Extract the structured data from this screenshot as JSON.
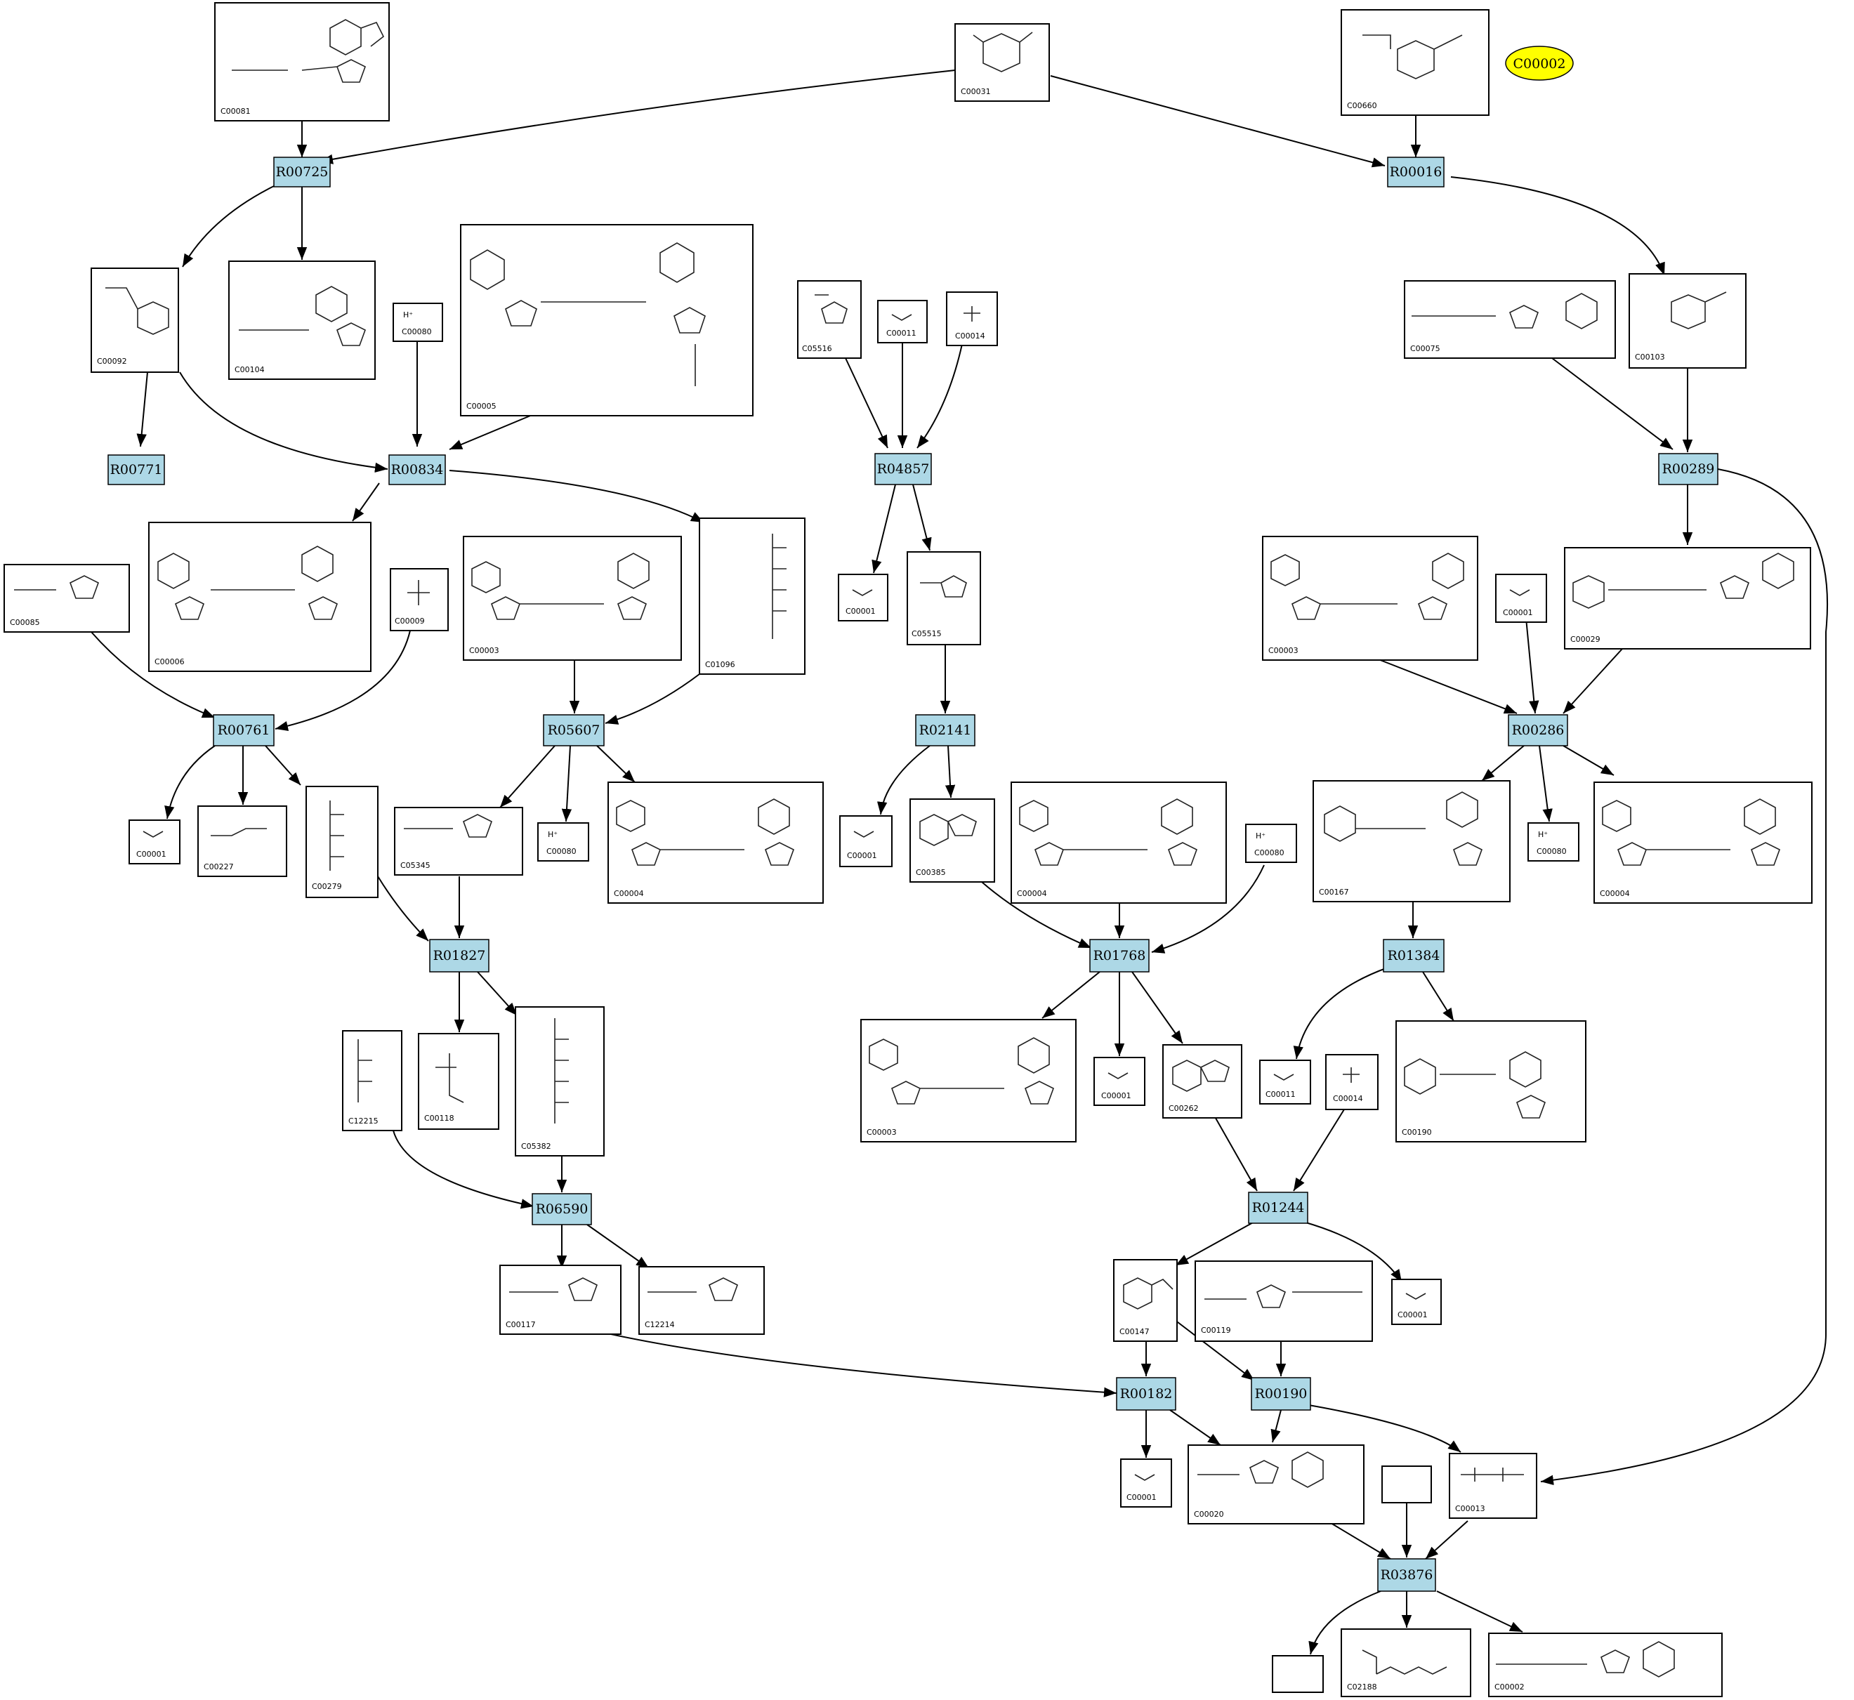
{
  "highlight": {
    "label": "C00002",
    "color": "#ffff00"
  },
  "reaction_color": "#add8e6",
  "reactions": [
    {
      "id": "R00725"
    },
    {
      "id": "R00016"
    },
    {
      "id": "R00771"
    },
    {
      "id": "R00834"
    },
    {
      "id": "R04857"
    },
    {
      "id": "R00289"
    },
    {
      "id": "R00761"
    },
    {
      "id": "R05607"
    },
    {
      "id": "R02141"
    },
    {
      "id": "R00286"
    },
    {
      "id": "R01827"
    },
    {
      "id": "R01768"
    },
    {
      "id": "R01384"
    },
    {
      "id": "R06590"
    },
    {
      "id": "R01244"
    },
    {
      "id": "R00182"
    },
    {
      "id": "R00190"
    },
    {
      "id": "R03876"
    }
  ],
  "compounds": [
    {
      "label": "C00081"
    },
    {
      "label": "C00031"
    },
    {
      "label": "C00660"
    },
    {
      "label": "C00092"
    },
    {
      "label": "C00104"
    },
    {
      "label": "C00080"
    },
    {
      "label": "C00005"
    },
    {
      "label": "C05516"
    },
    {
      "label": "C00011"
    },
    {
      "label": "C00014"
    },
    {
      "label": "C00075"
    },
    {
      "label": "C00103"
    },
    {
      "label": "C00085"
    },
    {
      "label": "C00006"
    },
    {
      "label": "C00009"
    },
    {
      "label": "C00003"
    },
    {
      "label": "C01096"
    },
    {
      "label": "C00001"
    },
    {
      "label": "C05515"
    },
    {
      "label": "C00003"
    },
    {
      "label": "C00001"
    },
    {
      "label": "C00029"
    },
    {
      "label": "C00001"
    },
    {
      "label": "C00227"
    },
    {
      "label": "C00279"
    },
    {
      "label": "C05345"
    },
    {
      "label": "C00080"
    },
    {
      "label": "C00004"
    },
    {
      "label": "C00001"
    },
    {
      "label": "C00385"
    },
    {
      "label": "C00004"
    },
    {
      "label": "C00080"
    },
    {
      "label": "C00167"
    },
    {
      "label": "C00080"
    },
    {
      "label": "C00004"
    },
    {
      "label": "C12215"
    },
    {
      "label": "C00118"
    },
    {
      "label": "C05382"
    },
    {
      "label": "C00003"
    },
    {
      "label": "C00001"
    },
    {
      "label": "C00262"
    },
    {
      "label": "C00011"
    },
    {
      "label": "C00014"
    },
    {
      "label": "C00190"
    },
    {
      "label": "C00117"
    },
    {
      "label": "C12214"
    },
    {
      "label": "C00147"
    },
    {
      "label": "C00119"
    },
    {
      "label": "C00001"
    },
    {
      "label": "C00001"
    },
    {
      "label": "C00020"
    },
    {
      "label": ""
    },
    {
      "label": "C00013"
    },
    {
      "label": ""
    },
    {
      "label": "C02188"
    },
    {
      "label": "C00002"
    }
  ]
}
